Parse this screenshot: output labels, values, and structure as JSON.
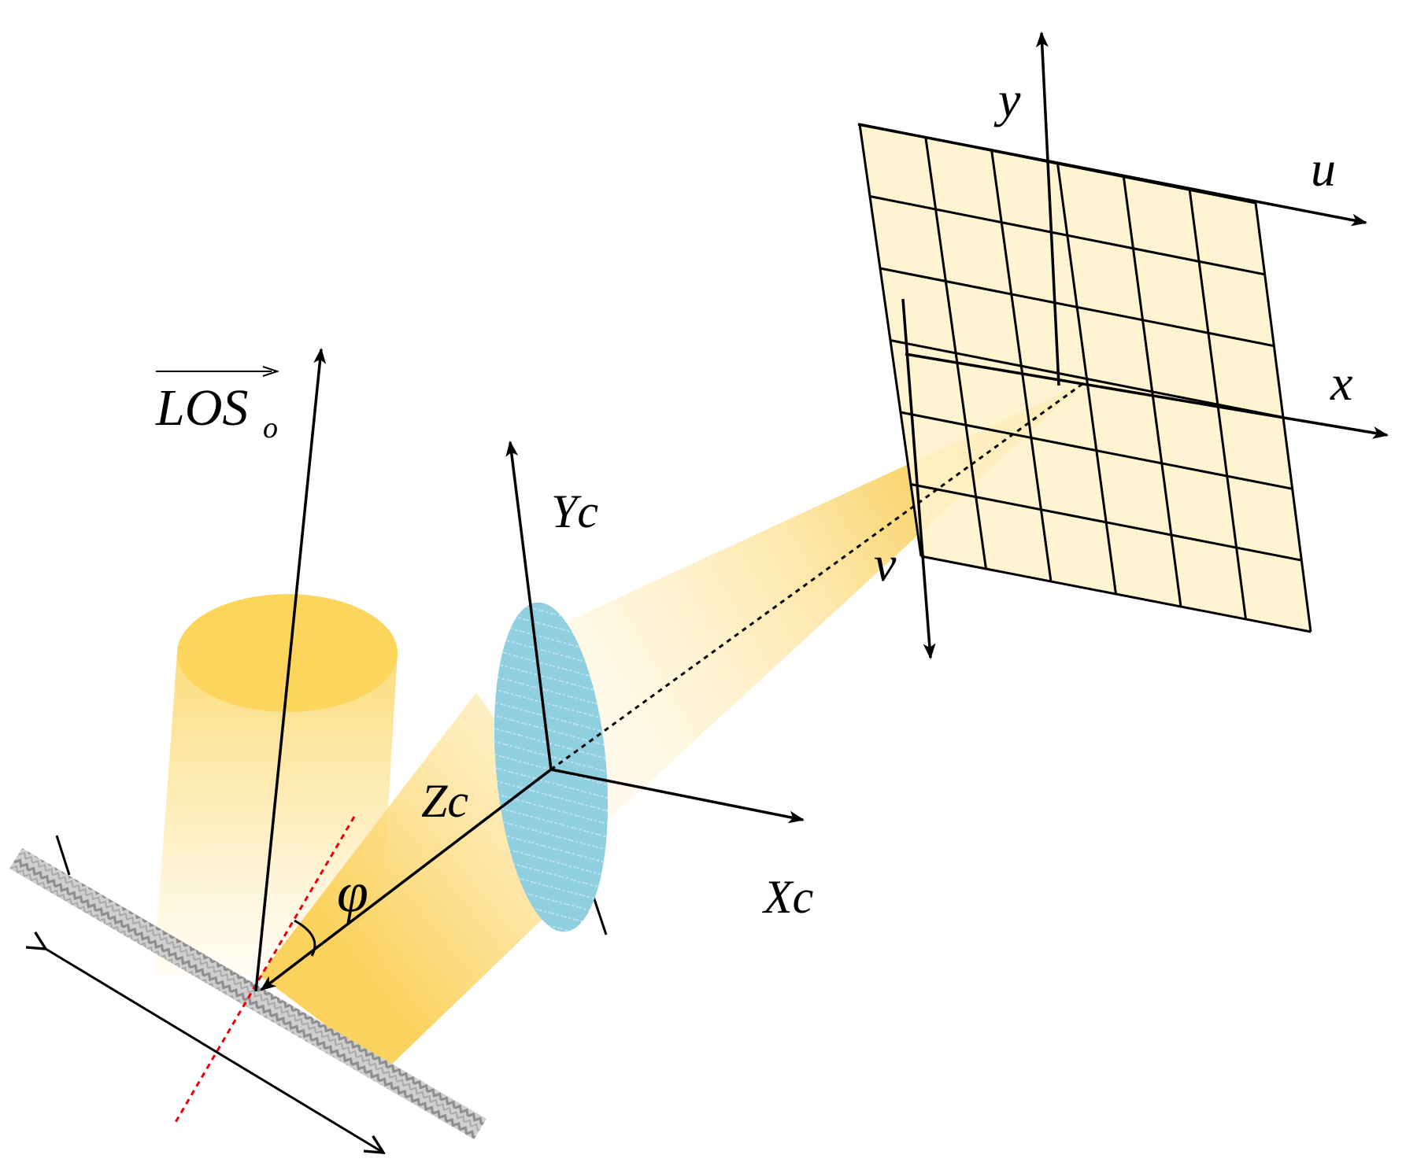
{
  "labels": {
    "los_main": "LOS",
    "los_sub": "o",
    "camera_y": "Yc",
    "camera_z": "Zc",
    "camera_x": "Xc",
    "angle": "φ",
    "image_y": "y",
    "image_u": "u",
    "image_x": "x",
    "image_v": "v"
  },
  "colors": {
    "beam_light": "#fdeeb7",
    "beam_mid": "#fcd65e",
    "beam_dark": "#f6b916",
    "lens": "#8fcfe0",
    "grid_fill": "#fff3cc",
    "sample_light": "#cfcfcf",
    "sample_dark": "#8d8d8d",
    "normal_line": "#e8000b",
    "ink": "#000000"
  },
  "icons": {
    "sample": "hatched-sample-plate-icon",
    "lens": "lens-ellipse-icon",
    "arrow": "arrowhead-icon"
  }
}
